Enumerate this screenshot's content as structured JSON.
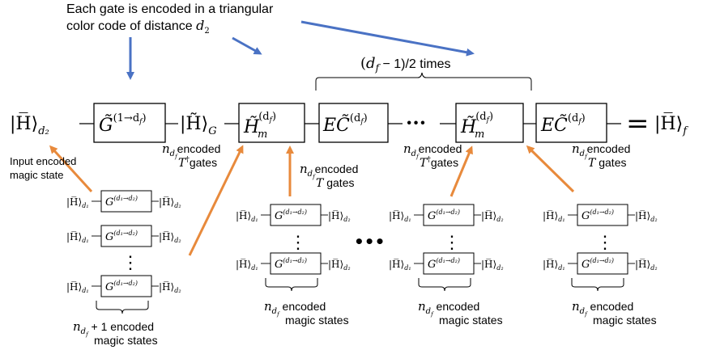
{
  "annotation_top": {
    "line1": "Each gate is encoded in a triangular",
    "line2_prefix": "color code of distance ",
    "line2_math": "d",
    "line2_sub": "2"
  },
  "brace_label": {
    "paren_open": "(",
    "d": "d",
    "f": "f",
    "minus": " − 1)/2 times"
  },
  "main_row": {
    "input_ket": "|H̅⟩",
    "input_sub": "d₂",
    "gate_growth": "G̃",
    "gate_growth_sup": "(1→d",
    "gate_growth_sup_sub": "f",
    "gate_growth_sup_end": ")",
    "mid_ket": "|H̃⟩",
    "mid_sub": "G",
    "hm_label": "H̃",
    "hm_sub": "m",
    "hm_sup": "(d",
    "hm_sup_sub": "f",
    "hm_sup_end": ")",
    "ec_label": "EC̃",
    "ec_sup": "(d",
    "ec_sup_sub": "f",
    "ec_sup_end": ")",
    "dots": "···",
    "equals": "=",
    "output_ket": "|H̅⟩",
    "output_sub": "f"
  },
  "labels": {
    "input_encoded": [
      "Input encoded",
      "magic state"
    ],
    "ndf_dagger_left": {
      "n": "n",
      "sub_d": "d",
      "sub_f": "f",
      "text": "encoded",
      "gate": "T",
      "gate_sup": "†",
      "gates": "gates"
    },
    "ndf_T_mid": {
      "n": "n",
      "sub_d": "d",
      "sub_f": "f",
      "text": "encoded",
      "gate": "T",
      "gates": " gates"
    },
    "ndf_dagger_right": {
      "n": "n",
      "sub_d": "d",
      "sub_f": "f",
      "text": "encoded",
      "gate": "T",
      "gate_sup": "†",
      "gates": "gates"
    },
    "ndf_T_right": {
      "n": "n",
      "sub_d": "d",
      "sub_f": "f",
      "text": "encoded",
      "gate": "T",
      "gates": " gates"
    }
  },
  "small_circuit": {
    "in_ket": "|H̅⟩",
    "in_sub": "d₁",
    "gate": "G",
    "gate_sup": "(d₁→d₂)",
    "out_ket": "|H̅⟩",
    "out_sub": "d₂",
    "vdots": "⋮"
  },
  "group_labels": {
    "g1": {
      "prefix_n": "n",
      "sub_d": "d",
      "sub_f": "f",
      "plus": " + 1 encoded",
      "line2": "magic states"
    },
    "g2": {
      "prefix_n": "n",
      "sub_d": "d",
      "sub_f": "f",
      "plus": " encoded",
      "line2": "magic states"
    },
    "g3": {
      "prefix_n": "n",
      "sub_d": "d",
      "sub_f": "f",
      "plus": " encoded",
      "line2": "magic states"
    },
    "g4": {
      "prefix_n": "n",
      "sub_d": "d",
      "sub_f": "f",
      "plus": " encoded",
      "line2": "magic states"
    }
  },
  "between_groups_dots": "•••",
  "colors": {
    "blue_arrow": "#4a72c4",
    "orange_arrow": "#e88a3c"
  }
}
